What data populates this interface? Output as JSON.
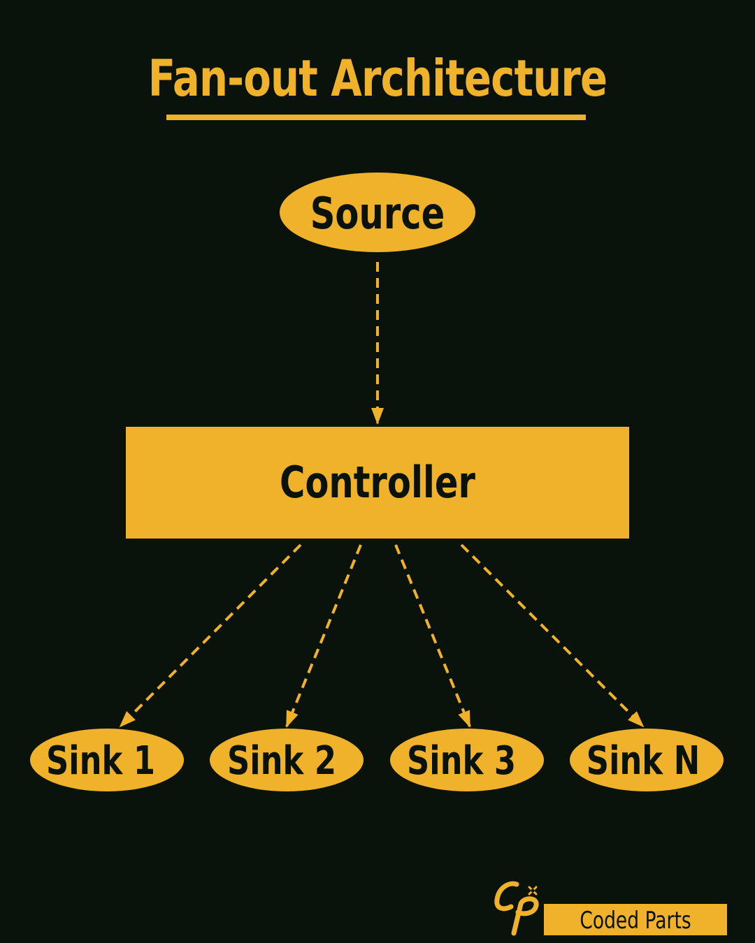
{
  "title": "Fan-out Architecture",
  "colors": {
    "background": "#0a130b",
    "accent": "#f0b22a",
    "node_text": "#0a130b"
  },
  "nodes": {
    "source": "Source",
    "controller": "Controller",
    "sinks": [
      "Sink 1",
      "Sink 2",
      "Sink 3",
      "Sink N"
    ]
  },
  "edges": [
    {
      "from": "Source",
      "to": "Controller",
      "style": "dashed"
    },
    {
      "from": "Controller",
      "to": "Sink 1",
      "style": "dashed"
    },
    {
      "from": "Controller",
      "to": "Sink 2",
      "style": "dashed"
    },
    {
      "from": "Controller",
      "to": "Sink 3",
      "style": "dashed"
    },
    {
      "from": "Controller",
      "to": "Sink N",
      "style": "dashed"
    }
  ],
  "brand": {
    "name": "Coded Parts",
    "logo_icon": "cp-monogram-icon"
  }
}
